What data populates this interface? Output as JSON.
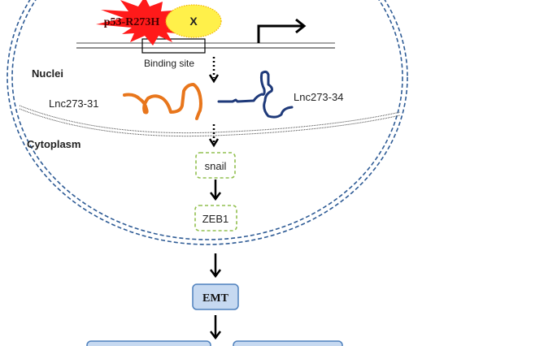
{
  "diagram": {
    "title_elements": {
      "mutant_protein": "p53-R273H",
      "partner_protein": "X",
      "binding_site_label": "Binding site"
    },
    "compartments": {
      "nucleus_label": "Nuclei",
      "cytoplasm_label": "Cytoplasm"
    },
    "lncrnas": [
      {
        "label": "Lnc273-31",
        "color": "#E8761C"
      },
      {
        "label": "Lnc273-34",
        "color": "#1F3A7A"
      }
    ],
    "pathway_nodes": {
      "snail": "snail",
      "zeb1": "ZEB1",
      "emt": "EMT"
    },
    "colors": {
      "starburst": "#FF1A1A",
      "x_fill": "#FFF04A",
      "x_border": "#F2B400",
      "cell_membrane": "#2E5B95",
      "green_box_border": "#92C050",
      "blue_box_fill": "#C6D9F1",
      "blue_box_border": "#4F81BD"
    }
  }
}
